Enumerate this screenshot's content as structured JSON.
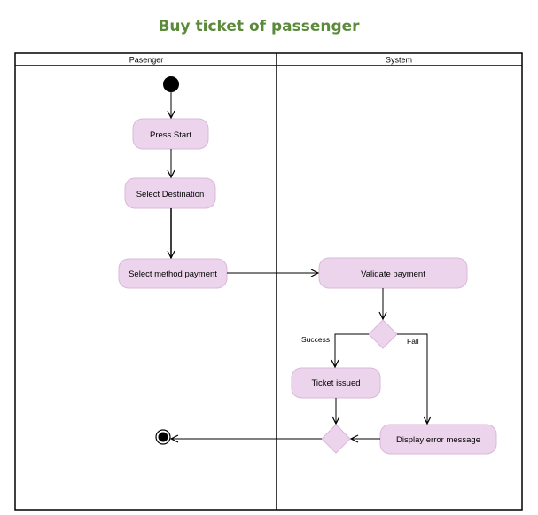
{
  "title": "Buy ticket of passenger",
  "lanes": [
    {
      "label": "Pasenger"
    },
    {
      "label": "System"
    }
  ],
  "activities": {
    "press_start": "Press Start",
    "select_destination": "Select Destination",
    "select_method_payment": "Select method payment",
    "validate_payment": "Validate payment",
    "ticket_issued": "Ticket issued",
    "display_error_message": "Display error message"
  },
  "edge_labels": {
    "success": "Success",
    "fall": "Fall"
  },
  "colors": {
    "title": "#5a8a3a",
    "activity_fill": "#ecd5ec",
    "activity_stroke": "#d9b8d9"
  }
}
